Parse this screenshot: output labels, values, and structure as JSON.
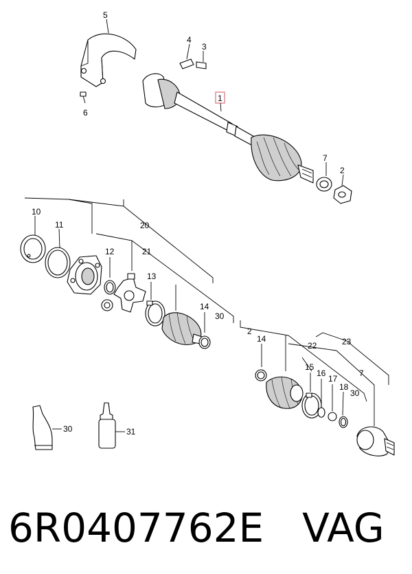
{
  "callouts": {
    "c1": "1",
    "c2a": "2",
    "c2b": "2",
    "c3": "3",
    "c4": "4",
    "c5": "5",
    "c6": "6",
    "c7a": "7",
    "c7b": "7",
    "c10": "10",
    "c11": "11",
    "c12": "12",
    "c13": "13",
    "c14a": "14",
    "c14b": "14",
    "c15": "15",
    "c16": "16",
    "c17": "17",
    "c18": "18",
    "c20": "20",
    "c21": "21",
    "c22": "22",
    "c23": "23",
    "c30a": "30",
    "c30b": "30",
    "c30c": "30",
    "c31": "31"
  },
  "footer": {
    "part_number": "6R0407762E",
    "brand": "VAG"
  },
  "colors": {
    "highlight": "#d9707a",
    "ink": "#000000"
  }
}
